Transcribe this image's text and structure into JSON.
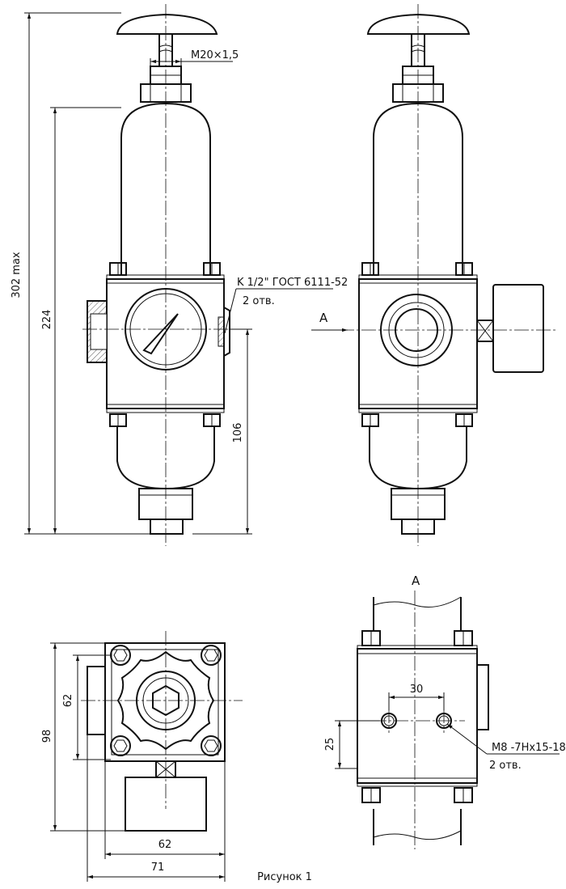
{
  "labels": {
    "thread_knob": "M20×1,5",
    "port_spec": "K 1/2\" ГОСТ 6111-52",
    "port_count": "2 отв.",
    "view_arrow": "A",
    "view_title": "A",
    "hole_spec": "M8 -7Hx15-18",
    "hole_count": "2 отв.",
    "caption": "Рисунок 1"
  },
  "dimensions": {
    "overall_height": "302 max",
    "body_height": "224",
    "port_height": "106",
    "bolt_spacing_v": "62",
    "total_height": "98",
    "bolt_spacing_h": "62",
    "total_width": "71",
    "hole_spacing": "30",
    "hole_offset": "25"
  }
}
